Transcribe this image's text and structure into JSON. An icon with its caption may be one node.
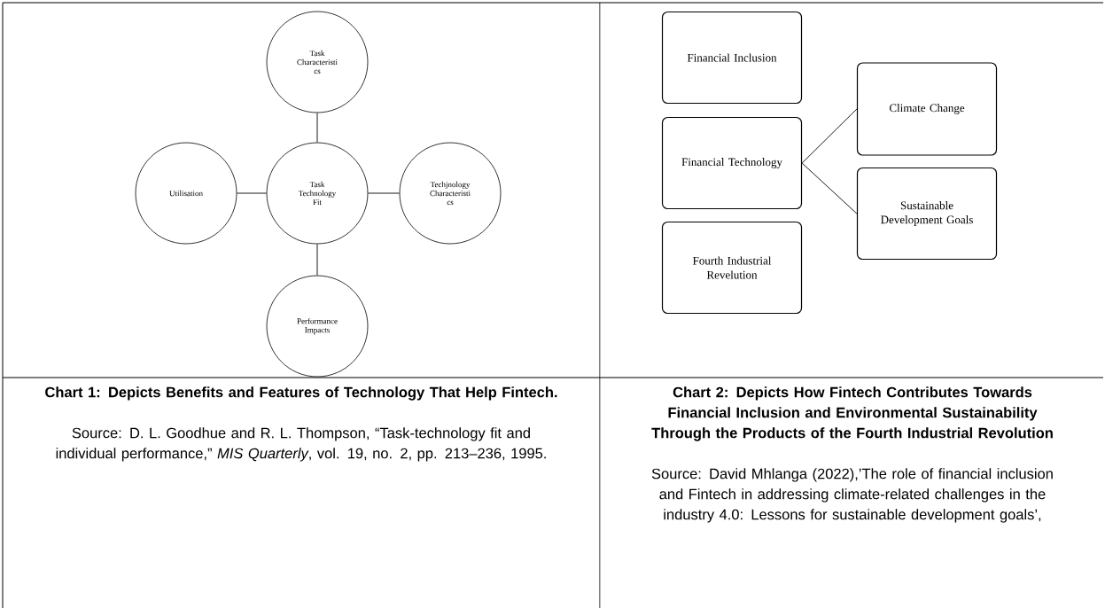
{
  "diagram": {
    "nodes": [
      {
        "text": [
          "Task Characteristi cs"
        ]
      },
      {
        "text": [
          "Utilisation"
        ]
      },
      {
        "text": [
          "Task Technology Fit"
        ]
      },
      {
        "text": [
          "Techjnology Characteristi cs"
        ]
      },
      {
        "text": [
          "Performance Impacts"
        ]
      },
      {
        "text": [
          "Financial Inclusion"
        ]
      },
      {
        "text": [
          "Climate Change"
        ]
      },
      {
        "text": [
          "Financial Technology"
        ]
      },
      {
        "text": [
          "Sustainable Development Goals"
        ]
      },
      {
        "text": [
          "Fourth Industrial Revelution"
        ]
      }
    ],
    "edges": [
      {
        "from": 0,
        "to": 2,
        "arrow": "none"
      },
      {
        "from": 1,
        "to": 2,
        "arrow": "none"
      },
      {
        "from": 2,
        "to": 3,
        "arrow": "none"
      },
      {
        "from": 2,
        "to": 4,
        "arrow": "none"
      },
      {
        "from": 7,
        "to": 6,
        "arrow": "none"
      },
      {
        "from": 7,
        "to": 8,
        "arrow": "none"
      }
    ],
    "labels": [
      "Chart 1: Depicts Benefits and Features of Technology That Help Fintech.",
      "Source: D. L. Goodhue and R. L. Thompson, “Task-technology fit and individual performance,” *MIS Quarterly*, vol. 19, no. 2, pp. 213–236, 1995.",
      "Chart 2: Depicts How Fintech Contributes Towards Financial Inclusion and Environmental Sustainability Through the Products of the Fourth Industrial Revolution",
      "Source: David Mhlanga (2022),’The role of financial inclusion and Fintech in addressing climate-related challenges in the industry 4.0: Lessons for sustainable development goals’,"
    ]
  }
}
